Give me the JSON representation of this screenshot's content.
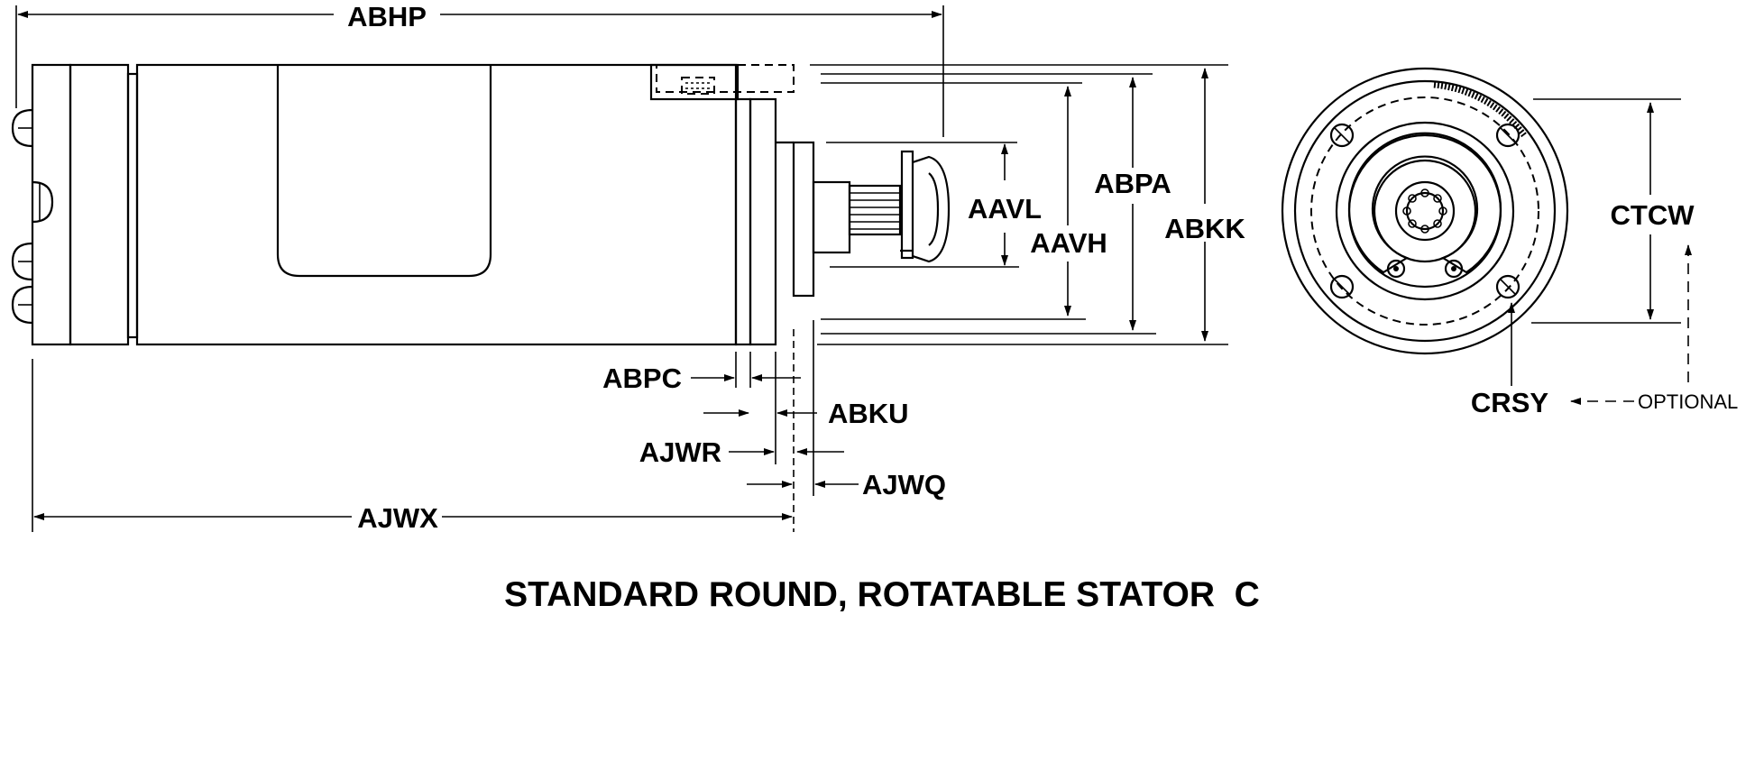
{
  "diagram": {
    "labels": {
      "abhp": "ABHP",
      "aavl": "AAVL",
      "aavh": "AAVH",
      "abpa": "ABPA",
      "abkk": "ABKK",
      "ctcw": "CTCW",
      "abpc": "ABPC",
      "abku": "ABKU",
      "ajwr": "AJWR",
      "ajwq": "AJWQ",
      "ajwx": "AJWX",
      "crsy": "CRSY",
      "optional": "OPTIONAL"
    },
    "caption": "STANDARD ROUND, ROTATABLE STATOR  C"
  }
}
